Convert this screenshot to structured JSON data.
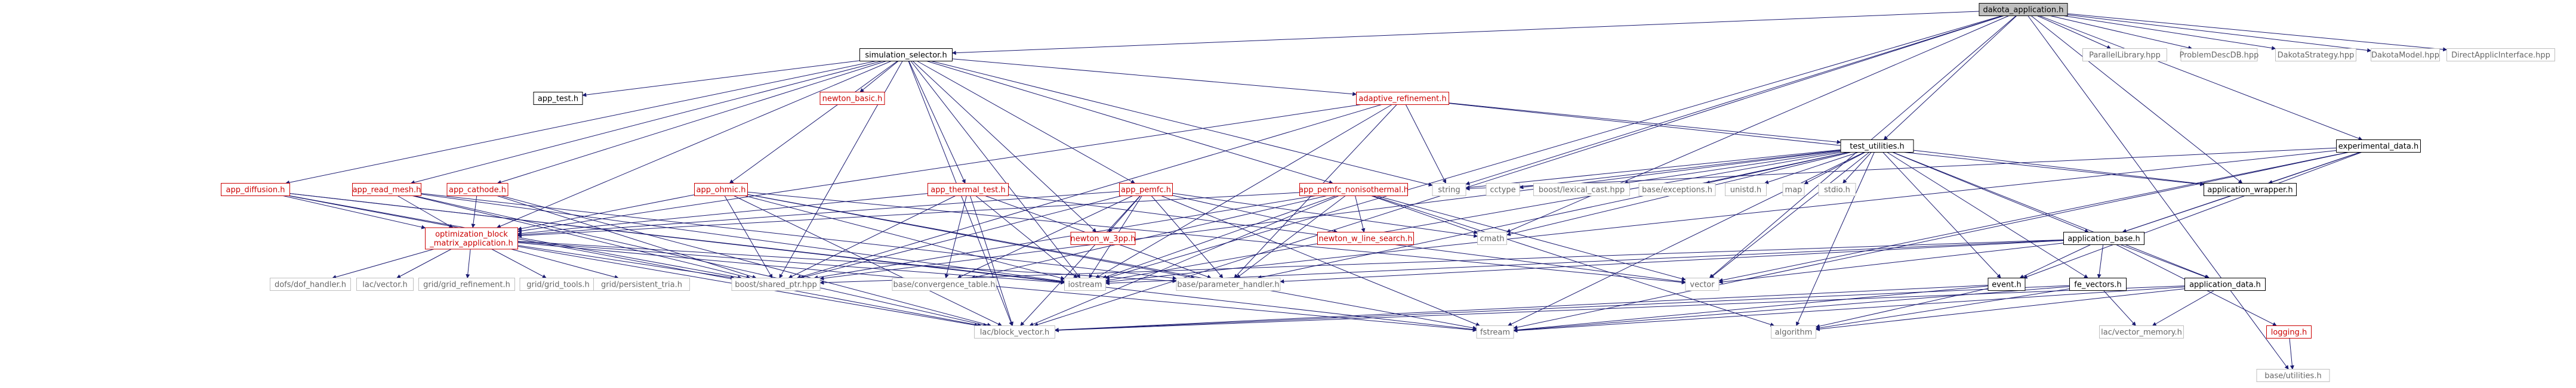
{
  "colors": {
    "root_fill": "#bfbfbf",
    "node_fill": "#ffffff",
    "node_border_black": "#000000",
    "node_border_red": "#cc0000",
    "node_border_grey": "#bfbfbf",
    "text_black": "#000000",
    "text_red": "#cc0000",
    "text_grey": "#666666",
    "edge": "#191970"
  },
  "nodes": [
    {
      "id": "dakota_application",
      "label": "dakota_application.h",
      "style": "root"
    },
    {
      "id": "simulation_selector",
      "label": "simulation_selector.h",
      "style": "black"
    },
    {
      "id": "parallel_library",
      "label": "ParallelLibrary.hpp",
      "style": "grey"
    },
    {
      "id": "problem_desc_db",
      "label": "ProblemDescDB.hpp",
      "style": "grey"
    },
    {
      "id": "dakota_strategy",
      "label": "DakotaStrategy.hpp",
      "style": "grey"
    },
    {
      "id": "dakota_model",
      "label": "DakotaModel.hpp",
      "style": "grey"
    },
    {
      "id": "direct_appl_interface",
      "label": "DirectApplicInterface.hpp",
      "style": "grey"
    },
    {
      "id": "app_test",
      "label": "app_test.h",
      "style": "black"
    },
    {
      "id": "newton_basic",
      "label": "newton_basic.h",
      "style": "red"
    },
    {
      "id": "adaptive_refinement",
      "label": "adaptive_refinement.h",
      "style": "red"
    },
    {
      "id": "experimental_data",
      "label": "experimental_data.h",
      "style": "black"
    },
    {
      "id": "test_utilities",
      "label": "test_utilities.h",
      "style": "black"
    },
    {
      "id": "app_diffusion",
      "label": "app_diffusion.h",
      "style": "red"
    },
    {
      "id": "app_read_mesh",
      "label": "app_read_mesh.h",
      "style": "red"
    },
    {
      "id": "app_cathode",
      "label": "app_cathode.h",
      "style": "red"
    },
    {
      "id": "app_ohmic",
      "label": "app_ohmic.h",
      "style": "red"
    },
    {
      "id": "app_thermal_test",
      "label": "app_thermal_test.h",
      "style": "red"
    },
    {
      "id": "app_pemfc",
      "label": "app_pemfc.h",
      "style": "red"
    },
    {
      "id": "app_pemfc_nonisothermal",
      "label": "app_pemfc_nonisothermal.h",
      "style": "red"
    },
    {
      "id": "string",
      "label": "string",
      "style": "grey"
    },
    {
      "id": "cctype",
      "label": "cctype",
      "style": "grey"
    },
    {
      "id": "lexical_cast",
      "label": "boost/lexical_cast.hpp",
      "style": "grey"
    },
    {
      "id": "base_exceptions",
      "label": "base/exceptions.h",
      "style": "grey"
    },
    {
      "id": "unistd",
      "label": "unistd.h",
      "style": "grey"
    },
    {
      "id": "map",
      "label": "map",
      "style": "grey"
    },
    {
      "id": "stdio",
      "label": "stdio.h",
      "style": "grey"
    },
    {
      "id": "application_wrapper",
      "label": "application_wrapper.h",
      "style": "black"
    },
    {
      "id": "optimization_block",
      "label": "optimization_block\n_matrix_application.h",
      "style": "red"
    },
    {
      "id": "newton_3pp",
      "label": "newton_w_3pp.h",
      "style": "red"
    },
    {
      "id": "newton_line_search",
      "label": "newton_w_line_search.h",
      "style": "red"
    },
    {
      "id": "cmath",
      "label": "cmath",
      "style": "grey"
    },
    {
      "id": "application_base",
      "label": "application_base.h",
      "style": "black"
    },
    {
      "id": "dofs_handler",
      "label": "dofs/dof_handler.h",
      "style": "grey"
    },
    {
      "id": "lac_vector",
      "label": "lac/vector.h",
      "style": "grey"
    },
    {
      "id": "grid_refinement",
      "label": "grid/grid_refinement.h",
      "style": "grey"
    },
    {
      "id": "grid_tools",
      "label": "grid/grid_tools.h",
      "style": "grey"
    },
    {
      "id": "grid_persistent",
      "label": "grid/persistent_tria.h",
      "style": "grey"
    },
    {
      "id": "shared_ptr",
      "label": "boost/shared_ptr.hpp",
      "style": "grey"
    },
    {
      "id": "convergence_table",
      "label": "base/convergence_table.h",
      "style": "grey"
    },
    {
      "id": "iostream",
      "label": "iostream",
      "style": "grey"
    },
    {
      "id": "parameter_handler",
      "label": "base/parameter_handler.h",
      "style": "grey"
    },
    {
      "id": "vector",
      "label": "vector",
      "style": "grey"
    },
    {
      "id": "event",
      "label": "event.h",
      "style": "black"
    },
    {
      "id": "fe_vectors",
      "label": "fe_vectors.h",
      "style": "black"
    },
    {
      "id": "application_data",
      "label": "application_data.h",
      "style": "black"
    },
    {
      "id": "block_vector",
      "label": "lac/block_vector.h",
      "style": "grey"
    },
    {
      "id": "fstream",
      "label": "fstream",
      "style": "grey"
    },
    {
      "id": "algorithm",
      "label": "algorithm",
      "style": "grey"
    },
    {
      "id": "vector_memory",
      "label": "lac/vector_memory.h",
      "style": "grey"
    },
    {
      "id": "logging",
      "label": "logging.h",
      "style": "red"
    },
    {
      "id": "base_utilities",
      "label": "base/utilities.h",
      "style": "grey"
    }
  ],
  "edges": [
    [
      "dakota_application",
      "simulation_selector"
    ],
    [
      "dakota_application",
      "parallel_library"
    ],
    [
      "dakota_application",
      "problem_desc_db"
    ],
    [
      "dakota_application",
      "dakota_strategy"
    ],
    [
      "dakota_application",
      "dakota_model"
    ],
    [
      "dakota_application",
      "direct_appl_interface"
    ],
    [
      "dakota_application",
      "test_utilities"
    ],
    [
      "dakota_application",
      "experimental_data"
    ],
    [
      "dakota_application",
      "string"
    ],
    [
      "dakota_application",
      "cmath"
    ],
    [
      "dakota_application",
      "vector"
    ],
    [
      "dakota_application",
      "iostream"
    ],
    [
      "dakota_application",
      "block_vector"
    ],
    [
      "dakota_application",
      "application_wrapper"
    ],
    [
      "dakota_application",
      "base_utilities"
    ],
    [
      "simulation_selector",
      "app_test"
    ],
    [
      "simulation_selector",
      "newton_basic"
    ],
    [
      "simulation_selector",
      "adaptive_refinement"
    ],
    [
      "simulation_selector",
      "app_diffusion"
    ],
    [
      "simulation_selector",
      "app_read_mesh"
    ],
    [
      "simulation_selector",
      "app_cathode"
    ],
    [
      "simulation_selector",
      "app_ohmic"
    ],
    [
      "simulation_selector",
      "app_thermal_test"
    ],
    [
      "simulation_selector",
      "app_pemfc"
    ],
    [
      "simulation_selector",
      "app_pemfc_nonisothermal"
    ],
    [
      "simulation_selector",
      "optimization_block"
    ],
    [
      "simulation_selector",
      "newton_3pp"
    ],
    [
      "simulation_selector",
      "string"
    ],
    [
      "simulation_selector",
      "iostream"
    ],
    [
      "simulation_selector",
      "shared_ptr"
    ],
    [
      "simulation_selector",
      "block_vector"
    ],
    [
      "adaptive_refinement",
      "test_utilities"
    ],
    [
      "adaptive_refinement",
      "optimization_block"
    ],
    [
      "adaptive_refinement",
      "application_wrapper"
    ],
    [
      "adaptive_refinement",
      "string"
    ],
    [
      "adaptive_refinement",
      "iostream"
    ],
    [
      "adaptive_refinement",
      "shared_ptr"
    ],
    [
      "adaptive_refinement",
      "parameter_handler"
    ],
    [
      "test_utilities",
      "string"
    ],
    [
      "test_utilities",
      "cctype"
    ],
    [
      "test_utilities",
      "lexical_cast"
    ],
    [
      "test_utilities",
      "base_exceptions"
    ],
    [
      "test_utilities",
      "unistd"
    ],
    [
      "test_utilities",
      "map"
    ],
    [
      "test_utilities",
      "stdio"
    ],
    [
      "test_utilities",
      "application_base"
    ],
    [
      "test_utilities",
      "application_wrapper"
    ],
    [
      "test_utilities",
      "fe_vectors"
    ],
    [
      "test_utilities",
      "event"
    ],
    [
      "test_utilities",
      "application_data"
    ],
    [
      "test_utilities",
      "vector"
    ],
    [
      "test_utilities",
      "iostream"
    ],
    [
      "test_utilities",
      "fstream"
    ],
    [
      "test_utilities",
      "algorithm"
    ],
    [
      "test_utilities",
      "cmath"
    ],
    [
      "test_utilities",
      "parameter_handler"
    ],
    [
      "test_utilities",
      "shared_ptr"
    ],
    [
      "experimental_data",
      "application_wrapper"
    ],
    [
      "experimental_data",
      "application_base"
    ],
    [
      "experimental_data",
      "string"
    ],
    [
      "experimental_data",
      "vector"
    ],
    [
      "experimental_data",
      "fstream"
    ],
    [
      "experimental_data",
      "event"
    ],
    [
      "experimental_data",
      "iostream"
    ],
    [
      "application_wrapper",
      "application_base"
    ],
    [
      "application_base",
      "fe_vectors"
    ],
    [
      "application_base",
      "event"
    ],
    [
      "application_base",
      "application_data"
    ],
    [
      "application_base",
      "logging"
    ],
    [
      "application_base",
      "iostream"
    ],
    [
      "application_base",
      "parameter_handler"
    ],
    [
      "application_base",
      "shared_ptr"
    ],
    [
      "application_base",
      "vector"
    ],
    [
      "fe_vectors",
      "block_vector"
    ],
    [
      "fe_vectors",
      "vector_memory"
    ],
    [
      "fe_vectors",
      "algorithm"
    ],
    [
      "fe_vectors",
      "fstream"
    ],
    [
      "event",
      "block_vector"
    ],
    [
      "event",
      "fstream"
    ],
    [
      "event",
      "algorithm"
    ],
    [
      "application_data",
      "block_vector"
    ],
    [
      "application_data",
      "algorithm"
    ],
    [
      "application_data",
      "fstream"
    ],
    [
      "application_data",
      "vector_memory"
    ],
    [
      "logging",
      "base_utilities"
    ],
    [
      "app_diffusion",
      "optimization_block"
    ],
    [
      "app_diffusion",
      "iostream"
    ],
    [
      "app_diffusion",
      "shared_ptr"
    ],
    [
      "app_diffusion",
      "block_vector"
    ],
    [
      "app_diffusion",
      "fstream"
    ],
    [
      "app_read_mesh",
      "optimization_block"
    ],
    [
      "app_read_mesh",
      "iostream"
    ],
    [
      "app_read_mesh",
      "shared_ptr"
    ],
    [
      "app_read_mesh",
      "block_vector"
    ],
    [
      "app_read_mesh",
      "parameter_handler"
    ],
    [
      "app_cathode",
      "optimization_block"
    ],
    [
      "app_cathode",
      "shared_ptr"
    ],
    [
      "app_cathode",
      "block_vector"
    ],
    [
      "app_ohmic",
      "optimization_block"
    ],
    [
      "app_ohmic",
      "iostream"
    ],
    [
      "app_ohmic",
      "shared_ptr"
    ],
    [
      "app_ohmic",
      "block_vector"
    ],
    [
      "app_ohmic",
      "parameter_handler"
    ],
    [
      "app_ohmic",
      "vector"
    ],
    [
      "app_ohmic",
      "fstream"
    ],
    [
      "app_thermal_test",
      "optimization_block"
    ],
    [
      "app_thermal_test",
      "iostream"
    ],
    [
      "app_thermal_test",
      "shared_ptr"
    ],
    [
      "app_thermal_test",
      "block_vector"
    ],
    [
      "app_thermal_test",
      "parameter_handler"
    ],
    [
      "app_thermal_test",
      "convergence_table"
    ],
    [
      "app_thermal_test",
      "vector"
    ],
    [
      "app_pemfc",
      "optimization_block"
    ],
    [
      "app_pemfc",
      "newton_3pp"
    ],
    [
      "app_pemfc",
      "newton_line_search"
    ],
    [
      "app_pemfc",
      "iostream"
    ],
    [
      "app_pemfc",
      "shared_ptr"
    ],
    [
      "app_pemfc",
      "block_vector"
    ],
    [
      "app_pemfc",
      "parameter_handler"
    ],
    [
      "app_pemfc",
      "convergence_table"
    ],
    [
      "app_pemfc",
      "fstream"
    ],
    [
      "app_pemfc",
      "cmath"
    ],
    [
      "app_pemfc_nonisothermal",
      "optimization_block"
    ],
    [
      "app_pemfc_nonisothermal",
      "newton_line_search"
    ],
    [
      "app_pemfc_nonisothermal",
      "iostream"
    ],
    [
      "app_pemfc_nonisothermal",
      "shared_ptr"
    ],
    [
      "app_pemfc_nonisothermal",
      "block_vector"
    ],
    [
      "app_pemfc_nonisothermal",
      "parameter_handler"
    ],
    [
      "app_pemfc_nonisothermal",
      "convergence_table"
    ],
    [
      "app_pemfc_nonisothermal",
      "vector"
    ],
    [
      "app_pemfc_nonisothermal",
      "cmath"
    ],
    [
      "app_pemfc_nonisothermal",
      "algorithm"
    ],
    [
      "optimization_block",
      "dofs_handler"
    ],
    [
      "optimization_block",
      "lac_vector"
    ],
    [
      "optimization_block",
      "grid_refinement"
    ],
    [
      "optimization_block",
      "grid_tools"
    ],
    [
      "optimization_block",
      "grid_persistent"
    ],
    [
      "optimization_block",
      "shared_ptr"
    ],
    [
      "optimization_block",
      "iostream"
    ],
    [
      "optimization_block",
      "block_vector"
    ],
    [
      "optimization_block",
      "parameter_handler"
    ],
    [
      "optimization_block",
      "fstream"
    ]
  ]
}
